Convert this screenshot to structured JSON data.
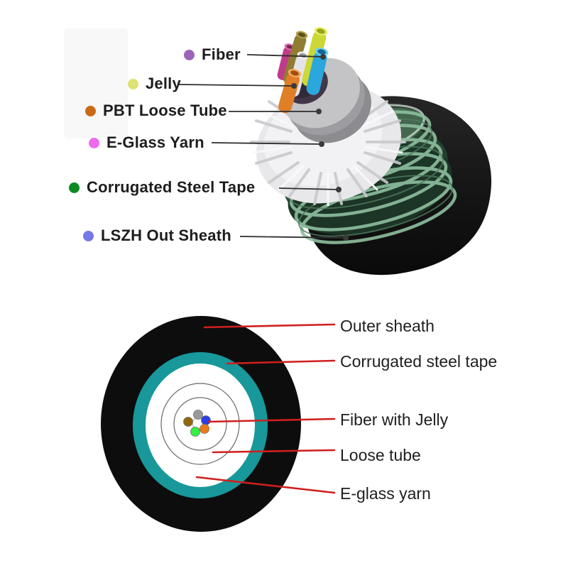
{
  "colors": {
    "background": "#ffffff",
    "leader_red": "#cf1f1f",
    "leader_black": "#2e2e2e",
    "text": "#1d1d1d"
  },
  "top_diagram": {
    "description": "3D cutaway illustration of fiber optic cable",
    "labels": [
      {
        "text": "Fiber",
        "dot_color": "#9c64bb"
      },
      {
        "text": "Jelly",
        "dot_color": "#dfe173"
      },
      {
        "text": "PBT Loose Tube",
        "dot_color": "#c96a17"
      },
      {
        "text": "E-Glass Yarn",
        "dot_color": "#ee6bee"
      },
      {
        "text": "Corrugated Steel Tape",
        "dot_color": "#0b8a24"
      },
      {
        "text": "LSZH Out Sheath",
        "dot_color": "#7678e8"
      }
    ],
    "tubes": [
      {
        "name": "magenta-fiber",
        "color": "#c23a8c"
      },
      {
        "name": "olive-fiber",
        "color": "#8f7d33"
      },
      {
        "name": "white-fiber",
        "color": "#e4e4e8"
      },
      {
        "name": "lime-fiber",
        "color": "#ccd835"
      },
      {
        "name": "blue-fiber",
        "color": "#2aa7dd"
      },
      {
        "name": "orange-fiber",
        "color": "#e07f28"
      }
    ],
    "cable_layers": {
      "lszh_sheath": "#141414",
      "steel_tape_green": "#2e4a38",
      "eglass_yarn": "#e8e8ea",
      "loose_tube_gray": "#c4c4c7"
    }
  },
  "bottom_diagram": {
    "description": "2D cross-section of cable",
    "labels": [
      {
        "text": "Outer sheath"
      },
      {
        "text": "Corrugated steel tape"
      },
      {
        "text": "Fiber with Jelly"
      },
      {
        "text": "Loose tube"
      },
      {
        "text": "E-glass yarn"
      }
    ],
    "fiber_dots": [
      {
        "name": "gray",
        "color": "#9a9a9a"
      },
      {
        "name": "olive",
        "color": "#92680f"
      },
      {
        "name": "blue",
        "color": "#2a3fe8"
      },
      {
        "name": "green",
        "color": "#33f043"
      },
      {
        "name": "orange",
        "color": "#f07818"
      }
    ],
    "rings": {
      "outer_sheath": "#0d0d0d",
      "steel_tape": "#18989a",
      "inner_fill": "#ffffff"
    }
  }
}
